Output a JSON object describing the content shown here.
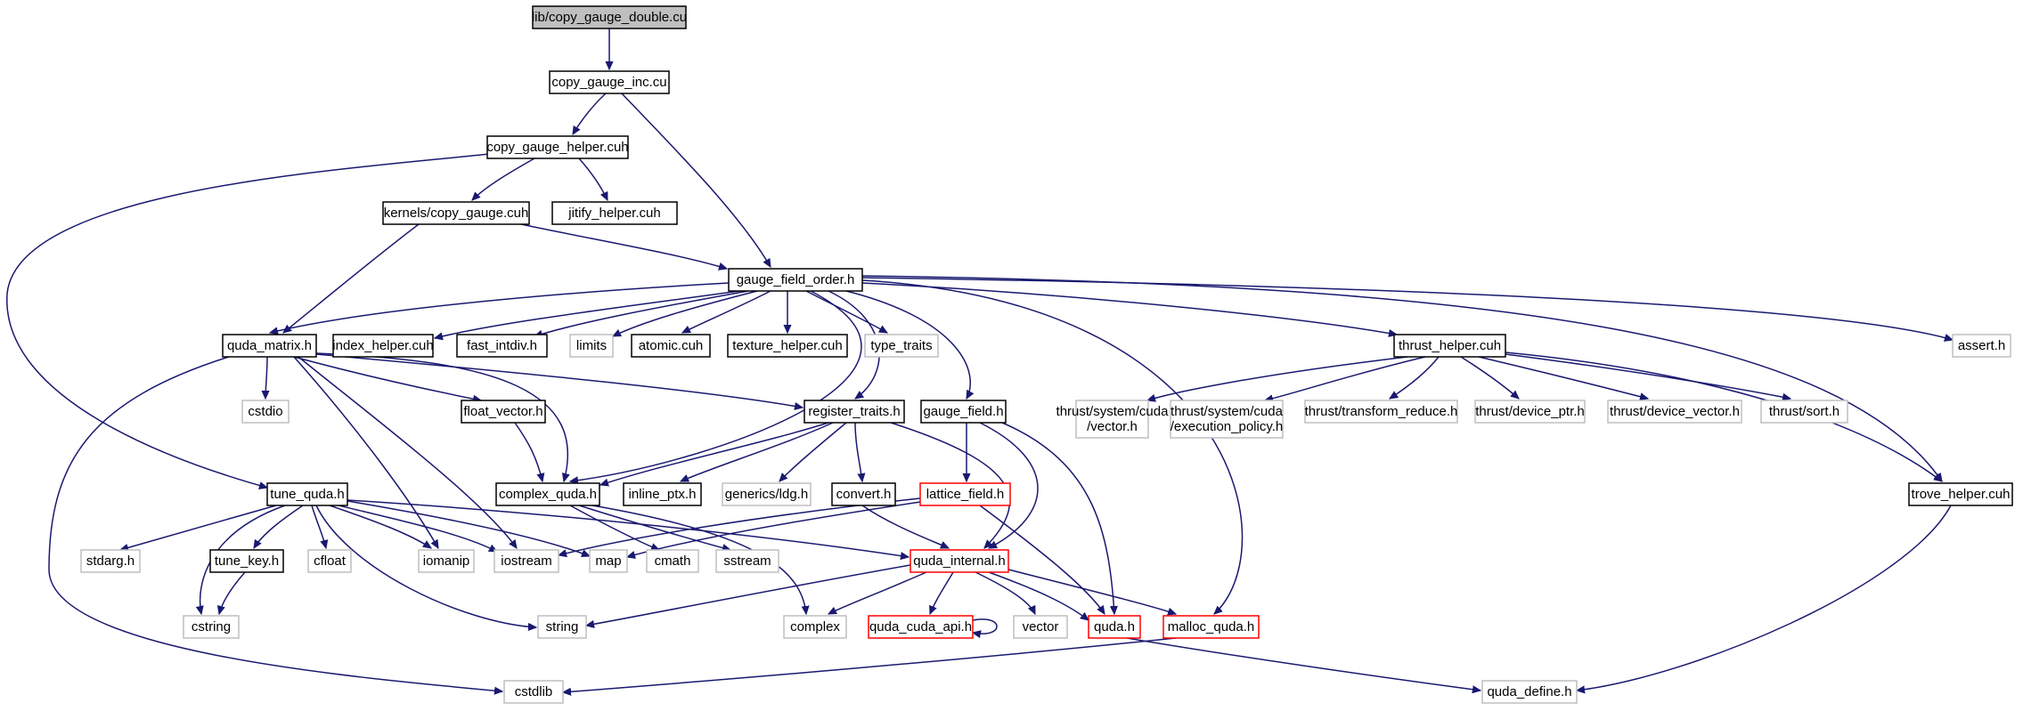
{
  "colors": {
    "edge": "#191970",
    "root_fill": "#bfbfbf",
    "documented": "#000000",
    "undocumented": "#bfbfbf",
    "incomplete": "#ff0000"
  },
  "nodes": [
    {
      "id": "root",
      "lines": [
        "lib/copy_gauge_double.cu"
      ],
      "style": "root"
    },
    {
      "id": "inc",
      "lines": [
        "copy_gauge_inc.cu"
      ],
      "style": "documented"
    },
    {
      "id": "helper",
      "lines": [
        "copy_gauge_helper.cuh"
      ],
      "style": "documented"
    },
    {
      "id": "kernels",
      "lines": [
        "kernels/copy_gauge.cuh"
      ],
      "style": "documented"
    },
    {
      "id": "jitify",
      "lines": [
        "jitify_helper.cuh"
      ],
      "style": "documented"
    },
    {
      "id": "gfo",
      "lines": [
        "gauge_field_order.h"
      ],
      "style": "documented"
    },
    {
      "id": "qmatrix",
      "lines": [
        "quda_matrix.h"
      ],
      "style": "documented"
    },
    {
      "id": "index",
      "lines": [
        "index_helper.cuh"
      ],
      "style": "documented"
    },
    {
      "id": "fastdiv",
      "lines": [
        "fast_intdiv.h"
      ],
      "style": "documented"
    },
    {
      "id": "limits",
      "lines": [
        "limits"
      ],
      "style": "undocumented"
    },
    {
      "id": "atomic",
      "lines": [
        "atomic.cuh"
      ],
      "style": "documented"
    },
    {
      "id": "texture",
      "lines": [
        "texture_helper.cuh"
      ],
      "style": "documented"
    },
    {
      "id": "typetraits",
      "lines": [
        "type_traits"
      ],
      "style": "undocumented"
    },
    {
      "id": "thrusth",
      "lines": [
        "thrust_helper.cuh"
      ],
      "style": "documented"
    },
    {
      "id": "asserth",
      "lines": [
        "assert.h"
      ],
      "style": "undocumented"
    },
    {
      "id": "cstdio",
      "lines": [
        "cstdio"
      ],
      "style": "undocumented"
    },
    {
      "id": "floatvec",
      "lines": [
        "float_vector.h"
      ],
      "style": "documented"
    },
    {
      "id": "regtraits",
      "lines": [
        "register_traits.h"
      ],
      "style": "documented"
    },
    {
      "id": "gaugefield",
      "lines": [
        "gauge_field.h"
      ],
      "style": "documented"
    },
    {
      "id": "tsv",
      "lines": [
        "thrust/system/cuda",
        "/vector.h"
      ],
      "style": "undocumented"
    },
    {
      "id": "tsep",
      "lines": [
        "thrust/system/cuda",
        "/execution_policy.h"
      ],
      "style": "undocumented"
    },
    {
      "id": "ttr",
      "lines": [
        "thrust/transform_reduce.h"
      ],
      "style": "undocumented"
    },
    {
      "id": "tdp",
      "lines": [
        "thrust/device_ptr.h"
      ],
      "style": "undocumented"
    },
    {
      "id": "tdv",
      "lines": [
        "thrust/device_vector.h"
      ],
      "style": "undocumented"
    },
    {
      "id": "tsort",
      "lines": [
        "thrust/sort.h"
      ],
      "style": "undocumented"
    },
    {
      "id": "tunequda",
      "lines": [
        "tune_quda.h"
      ],
      "style": "documented"
    },
    {
      "id": "complexquda",
      "lines": [
        "complex_quda.h"
      ],
      "style": "documented"
    },
    {
      "id": "inlineptx",
      "lines": [
        "inline_ptx.h"
      ],
      "style": "documented"
    },
    {
      "id": "genericsldg",
      "lines": [
        "generics/ldg.h"
      ],
      "style": "undocumented"
    },
    {
      "id": "convert",
      "lines": [
        "convert.h"
      ],
      "style": "documented"
    },
    {
      "id": "latticefield",
      "lines": [
        "lattice_field.h"
      ],
      "style": "incomplete"
    },
    {
      "id": "trove",
      "lines": [
        "trove_helper.cuh"
      ],
      "style": "documented"
    },
    {
      "id": "stdarg",
      "lines": [
        "stdarg.h"
      ],
      "style": "undocumented"
    },
    {
      "id": "tunekey",
      "lines": [
        "tune_key.h"
      ],
      "style": "documented"
    },
    {
      "id": "cfloat",
      "lines": [
        "cfloat"
      ],
      "style": "undocumented"
    },
    {
      "id": "iomanip",
      "lines": [
        "iomanip"
      ],
      "style": "undocumented"
    },
    {
      "id": "iostream",
      "lines": [
        "iostream"
      ],
      "style": "undocumented"
    },
    {
      "id": "map",
      "lines": [
        "map"
      ],
      "style": "undocumented"
    },
    {
      "id": "cmath",
      "lines": [
        "cmath"
      ],
      "style": "undocumented"
    },
    {
      "id": "sstream",
      "lines": [
        "sstream"
      ],
      "style": "undocumented"
    },
    {
      "id": "qinternal",
      "lines": [
        "quda_internal.h"
      ],
      "style": "incomplete"
    },
    {
      "id": "cstring",
      "lines": [
        "cstring"
      ],
      "style": "undocumented"
    },
    {
      "id": "string",
      "lines": [
        "string"
      ],
      "style": "undocumented"
    },
    {
      "id": "complex",
      "lines": [
        "complex"
      ],
      "style": "undocumented"
    },
    {
      "id": "qcudaapi",
      "lines": [
        "quda_cuda_api.h"
      ],
      "style": "incomplete"
    },
    {
      "id": "vector",
      "lines": [
        "vector"
      ],
      "style": "undocumented"
    },
    {
      "id": "qudah",
      "lines": [
        "quda.h"
      ],
      "style": "incomplete"
    },
    {
      "id": "mallocq",
      "lines": [
        "malloc_quda.h"
      ],
      "style": "incomplete"
    },
    {
      "id": "cstdlib",
      "lines": [
        "cstdlib"
      ],
      "style": "undocumented"
    },
    {
      "id": "qdefine",
      "lines": [
        "quda_define.h"
      ],
      "style": "undocumented"
    }
  ]
}
